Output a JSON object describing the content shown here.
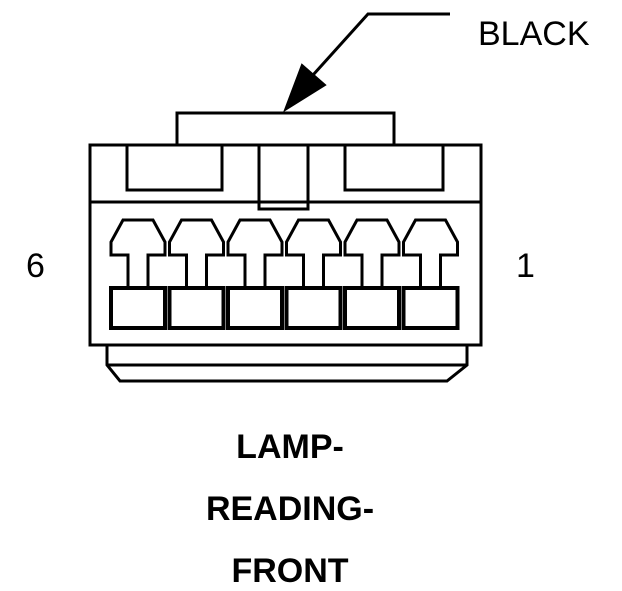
{
  "callout": {
    "label": "BLACK"
  },
  "connector": {
    "pin_count": 6,
    "left_pin_label": "6",
    "right_pin_label": "1"
  },
  "title": {
    "lines": [
      "LAMP-",
      "READING-",
      "FRONT"
    ]
  }
}
